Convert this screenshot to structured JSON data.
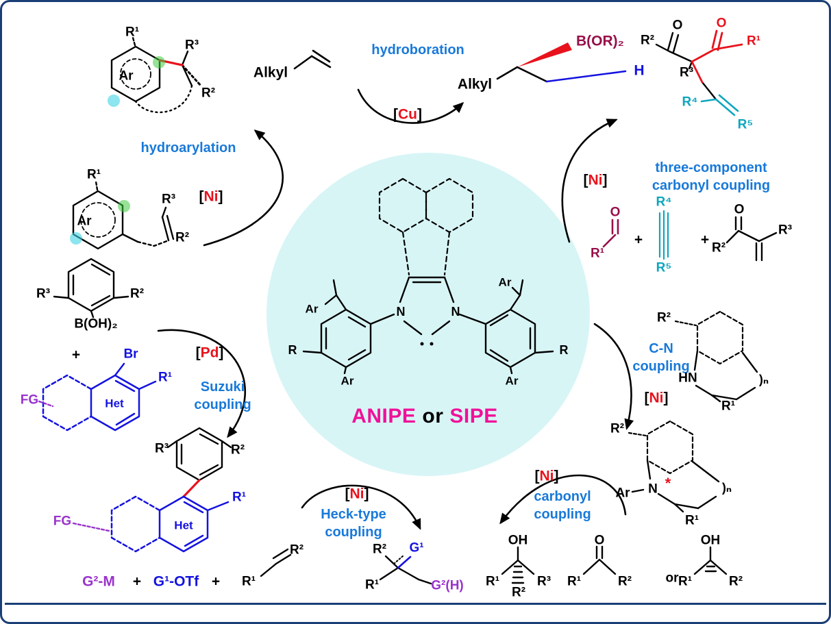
{
  "colors": {
    "frame": "#1a3e75",
    "circle_fill": "#d8f5f6",
    "label_blue": "#1879d9",
    "structure_blue": "#1412e0",
    "red": "#e8121c",
    "maroon": "#98104a",
    "purple": "#9933cc",
    "teal": "#0da6bf",
    "magenta": "#f01199",
    "highlight_green": "#3fca3f",
    "highlight_cyan": "#40d4e4"
  },
  "center": {
    "caption_a": "ANIPE",
    "caption_or": "or",
    "caption_b": "SIPE",
    "n_left": "N",
    "n_right": "N",
    "ar_top_left": "Ar",
    "ar_bottom_left": "Ar",
    "ar_top_right": "Ar",
    "ar_bottom_right": "Ar",
    "r_left": "R",
    "r_right": "R"
  },
  "hydroboration": {
    "title": "hydroboration",
    "catalyst": {
      "open": "[",
      "metal": "Cu",
      "close": "]"
    },
    "alkyl_reactant": "Alkyl",
    "alkyl_product": "Alkyl",
    "boron": "B(OR)₂",
    "hydrogen": "H"
  },
  "hydroarylation": {
    "title": "hydroarylation",
    "catalyst": {
      "open": "[",
      "metal": "Ni",
      "close": "]"
    },
    "product": {
      "r1": "R¹",
      "r3": "R³",
      "ar": "Ar",
      "r2": "R²"
    },
    "substrate": {
      "r1": "R¹",
      "r3": "R³",
      "ar": "Ar",
      "r2": "R²"
    }
  },
  "three_component": {
    "title_line1": "three-component",
    "title_line2": "carbonyl coupling",
    "catalyst": {
      "open": "[",
      "metal": "Ni",
      "close": "]"
    },
    "product": {
      "r2": "R²",
      "o_left": "O",
      "o_right": "O",
      "r1": "R¹",
      "r3": "R³",
      "r4": "R⁴",
      "r5": "R⁵"
    },
    "substrates": {
      "aldehyde_o": "O",
      "aldehyde_r1": "R¹",
      "plus1": "+",
      "alkyne_r4": "R⁴",
      "alkyne_r5": "R⁵",
      "plus2": "+",
      "enone_o": "O",
      "enone_r2": "R²",
      "enone_r3": "R³"
    }
  },
  "suzuki": {
    "title_line1": "Suzuki",
    "title_line2": "coupling",
    "catalyst": {
      "open": "[",
      "metal": "Pd",
      "close": "]"
    },
    "boronic_acid": {
      "r3": "R³",
      "r2": "R²",
      "boron": "B(OH)₂"
    },
    "plus": "+",
    "halide": {
      "br": "Br",
      "r1": "R¹",
      "fg": "FG",
      "het": "Het"
    },
    "product": {
      "r3": "R³",
      "r2": "R²",
      "r1": "R¹",
      "fg": "FG",
      "het": "Het"
    }
  },
  "heck": {
    "title_line1": "Heck-type",
    "title_line2": "coupling",
    "catalyst": {
      "open": "[",
      "metal": "Ni",
      "close": "]"
    },
    "reagents": {
      "g2_m": "G²-M",
      "plus1": "+",
      "g1_otf": "G¹-OTf",
      "plus2": "+",
      "alkene_r1": "R¹",
      "alkene_r2": "R²"
    },
    "product": {
      "r2": "R²",
      "g1": "G¹",
      "r1": "R¹",
      "g2_h": "G²(H)"
    }
  },
  "cn_coupling": {
    "title_line1": "C-N",
    "title_line2": "coupling",
    "catalyst": {
      "open": "[",
      "metal": "Ni",
      "close": "]"
    },
    "substrate": {
      "r2": "R²",
      "hn": "HN",
      "ring_n": ")ₙ",
      "r1": "R¹"
    },
    "product": {
      "r2": "R²",
      "ar": "Ar",
      "n": "N",
      "stereocenter": "*",
      "ring_n": ")ₙ",
      "r1": "R¹"
    }
  },
  "carbonyl_coupling": {
    "title_line1": "carbonyl",
    "title_line2": "coupling",
    "catalyst": {
      "open": "[",
      "metal": "Ni",
      "close": "]"
    },
    "alcohol1": {
      "oh": "OH",
      "r1": "R¹",
      "r3": "R³",
      "r2": "R²"
    },
    "ketone": {
      "o": "O",
      "r1": "R¹",
      "r2": "R²"
    },
    "or_text": "or",
    "alcohol2": {
      "oh": "OH",
      "r1": "R¹",
      "r2": "R²"
    }
  }
}
